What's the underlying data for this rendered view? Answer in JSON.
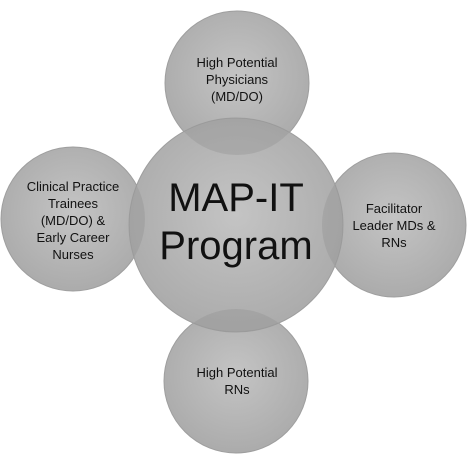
{
  "center": {
    "title_line1": "MAP-IT",
    "title_line2": "Program"
  },
  "nodes": {
    "top": "High Potential\nPhysicians\n(MD/DO)",
    "left": "Clinical Practice\nTrainees\n(MD/DO) &\nEarly Career\nNurses",
    "right": "Facilitator\nLeader MDs &\nRNs",
    "bottom": "High Potential\nRNs"
  },
  "colors": {
    "circle_fill": "#b6b6b6",
    "overlap_fill": "#a6a6a6",
    "text": "#111111"
  }
}
